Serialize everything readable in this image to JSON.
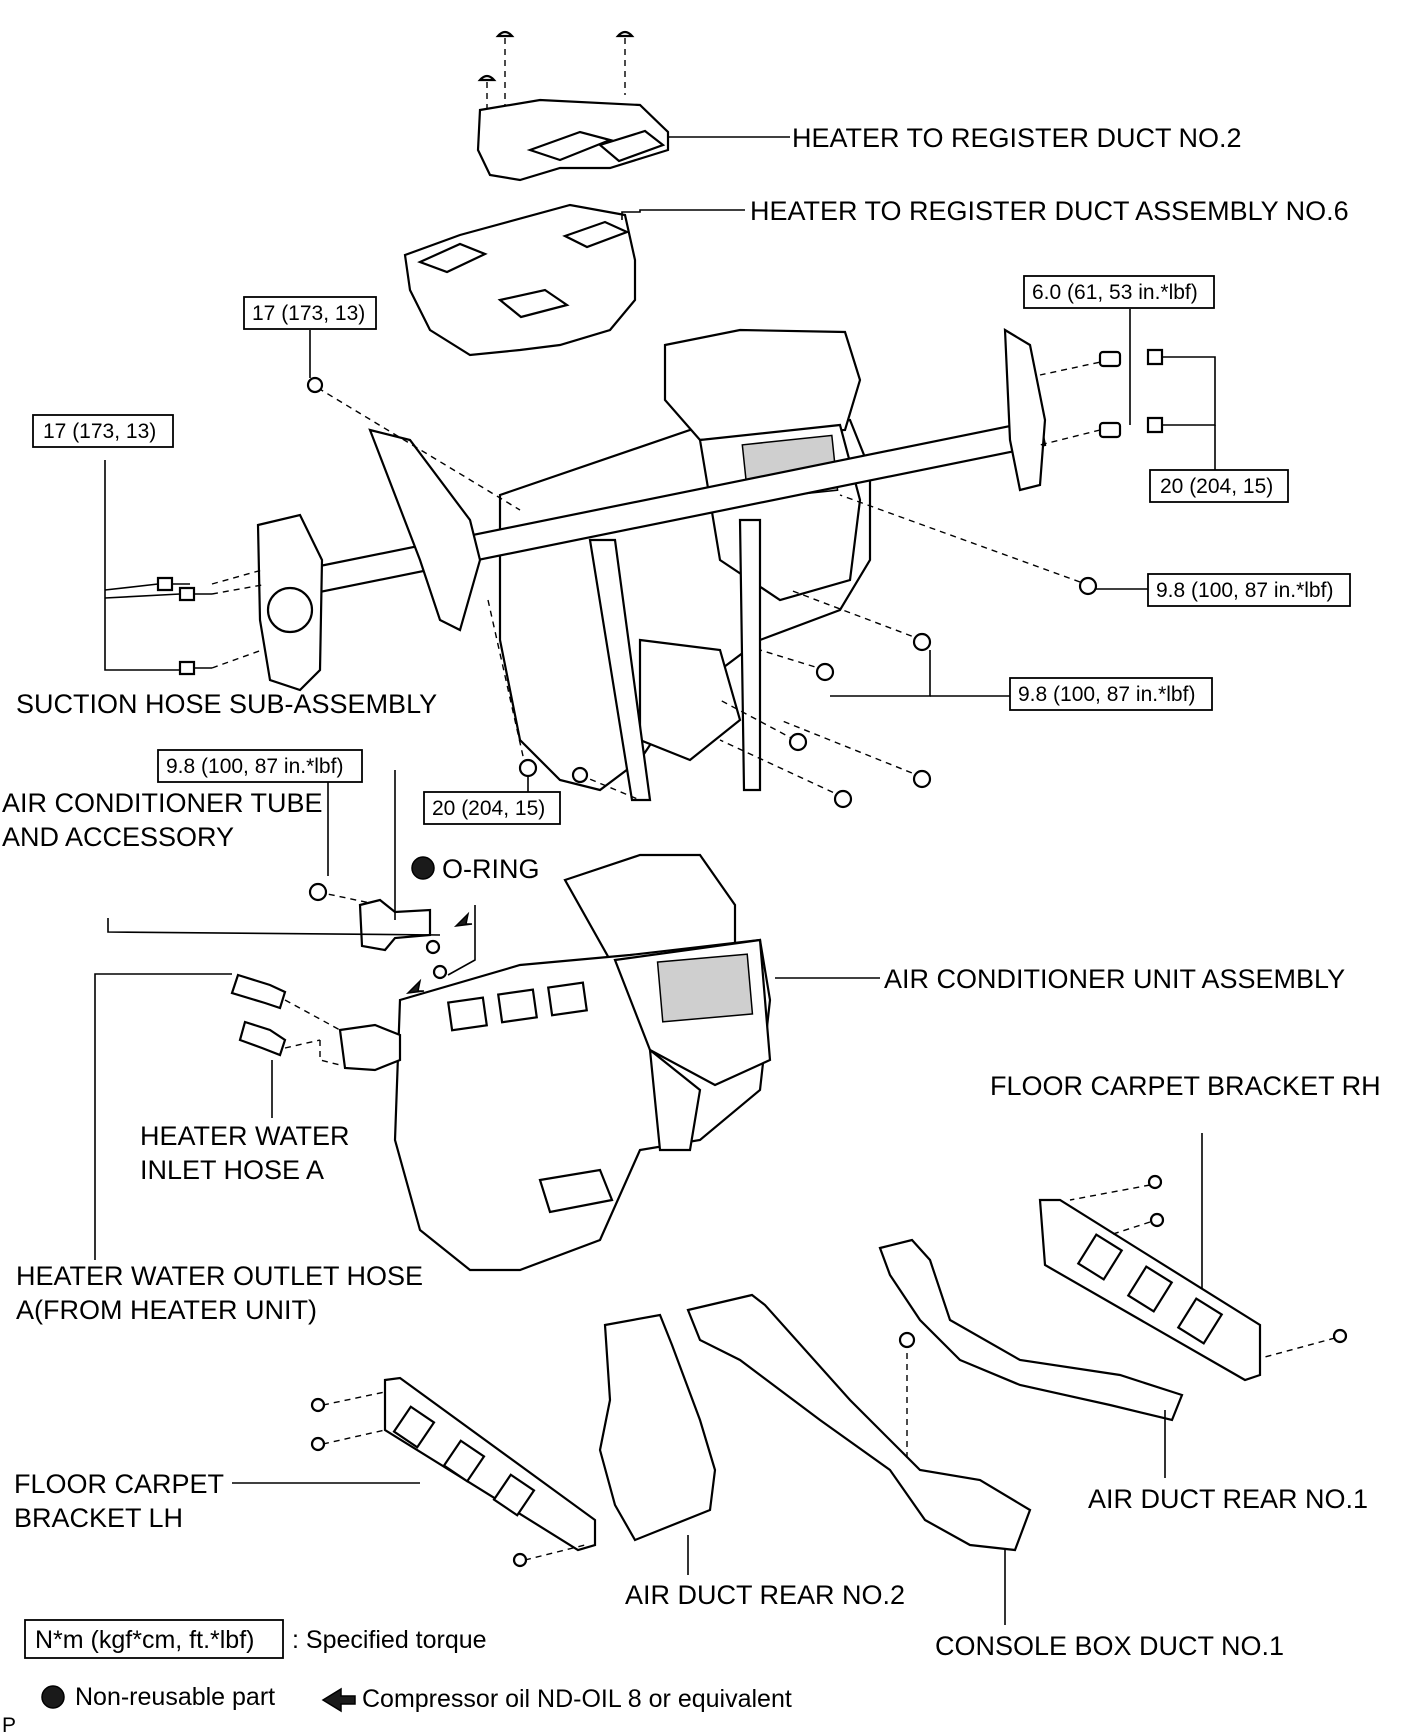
{
  "labels": {
    "duct_no2": "HEATER TO REGISTER DUCT NO.2",
    "duct_no6": "HEATER TO REGISTER DUCT ASSEMBLY NO.6",
    "suction_hose": "SUCTION HOSE SUB-ASSEMBLY",
    "ac_tube_1": "AIR CONDITIONER TUBE",
    "ac_tube_2": "AND ACCESSORY",
    "o_ring": "O-RING",
    "ac_unit": "AIR CONDITIONER UNIT ASSEMBLY",
    "carpet_rh": "FLOOR CARPET BRACKET RH",
    "inlet_hose_1": "HEATER WATER",
    "inlet_hose_2": "INLET HOSE A",
    "outlet_hose_1": "HEATER WATER OUTLET HOSE",
    "outlet_hose_2": "A(FROM HEATER UNIT)",
    "carpet_lh_1": "FLOOR CARPET",
    "carpet_lh_2": "BRACKET LH",
    "duct_rear_no1": "AIR DUCT REAR NO.1",
    "duct_rear_no2": "AIR DUCT REAR NO.2",
    "console_duct": "CONSOLE BOX DUCT NO.1"
  },
  "torque": {
    "t1": "17 (173, 13)",
    "t2": "17 (173, 13)",
    "t3": "6.0 (61, 53 in.*lbf)",
    "t4": "20 (204, 15)",
    "t5": "9.8 (100, 87 in.*lbf)",
    "t6": "9.8 (100, 87 in.*lbf)",
    "t7": "9.8 (100, 87 in.*lbf)",
    "t8": "20 (204, 15)"
  },
  "legend": {
    "torque_unit": "N*m (kgf*cm, ft.*lbf)",
    "torque_desc": ": Specified torque",
    "nonreusable": "Non-reusable part",
    "compressor_oil": "Compressor oil ND-OIL 8 or equivalent"
  },
  "footer": {
    "code": "P"
  }
}
